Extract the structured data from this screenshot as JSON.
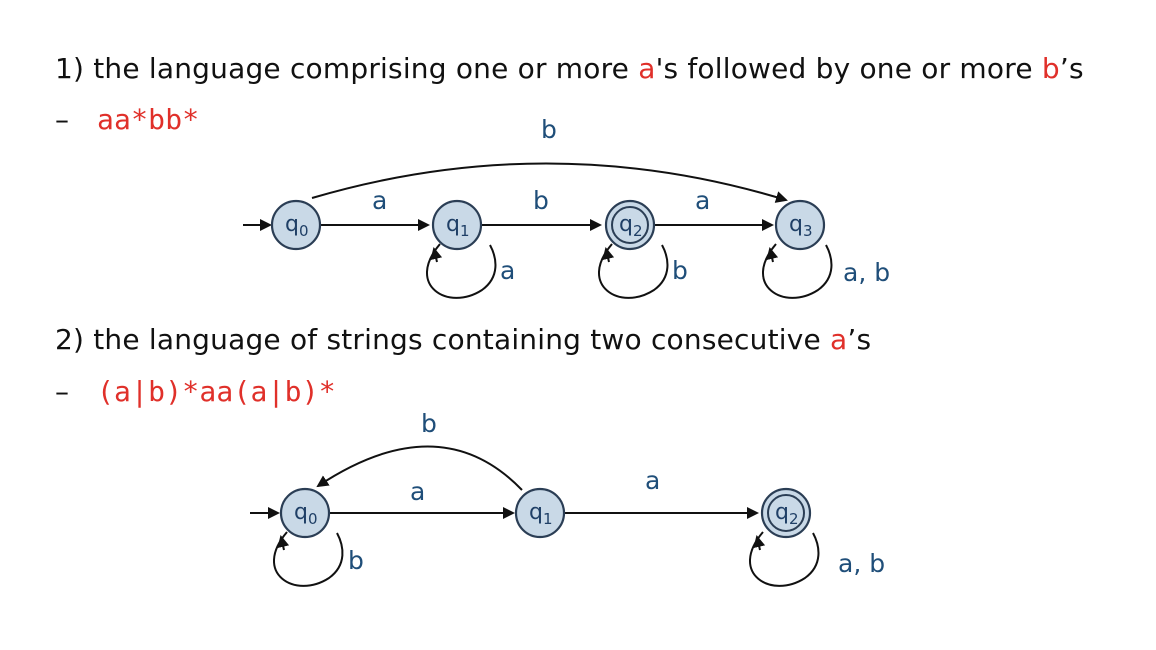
{
  "section1": {
    "number": "1)",
    "text_before": "the language comprising one or more ",
    "sym_a": "a",
    "text_middle": "'s followed by one or more ",
    "sym_b": "b",
    "text_end": "’s",
    "dash": "–",
    "regex": "aa*bb*",
    "automaton": {
      "states": [
        {
          "id": "q0",
          "name": "q",
          "sub": "0",
          "accepting": false,
          "start": true
        },
        {
          "id": "q1",
          "name": "q",
          "sub": "1",
          "accepting": false,
          "start": false
        },
        {
          "id": "q2",
          "name": "q",
          "sub": "2",
          "accepting": true,
          "start": false
        },
        {
          "id": "q3",
          "name": "q",
          "sub": "3",
          "accepting": false,
          "start": false
        }
      ],
      "transitions": [
        {
          "from": "q0",
          "to": "q1",
          "label": "a"
        },
        {
          "from": "q1",
          "to": "q2",
          "label": "b"
        },
        {
          "from": "q2",
          "to": "q3",
          "label": "a"
        },
        {
          "from": "q0",
          "to": "q3",
          "label": "b"
        },
        {
          "from": "q1",
          "to": "q1",
          "label": "a"
        },
        {
          "from": "q2",
          "to": "q2",
          "label": "b"
        },
        {
          "from": "q3",
          "to": "q3",
          "label": "a, b"
        }
      ]
    }
  },
  "section2": {
    "number": "2)",
    "text_before": "the language of strings containing two consecutive ",
    "sym_a": "a",
    "text_end": "’s",
    "dash": "–",
    "regex": "(a|b)*aa(a|b)*",
    "automaton": {
      "states": [
        {
          "id": "q0",
          "name": "q",
          "sub": "0",
          "accepting": false,
          "start": true
        },
        {
          "id": "q1",
          "name": "q",
          "sub": "1",
          "accepting": false,
          "start": false
        },
        {
          "id": "q2",
          "name": "q",
          "sub": "2",
          "accepting": true,
          "start": false
        }
      ],
      "transitions": [
        {
          "from": "q0",
          "to": "q1",
          "label": "a"
        },
        {
          "from": "q1",
          "to": "q0",
          "label": "b"
        },
        {
          "from": "q1",
          "to": "q2",
          "label": "a"
        },
        {
          "from": "q0",
          "to": "q0",
          "label": "b"
        },
        {
          "from": "q2",
          "to": "q2",
          "label": "a, b"
        }
      ]
    }
  },
  "colors": {
    "highlight": "#e0302a",
    "state_fill": "#c9d9e7",
    "label": "#1f4e79"
  }
}
